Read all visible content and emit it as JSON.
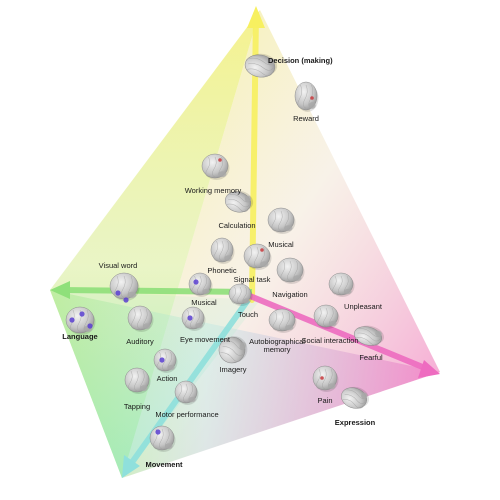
{
  "colors": {
    "apex": "#f4f07a",
    "left": "#9ce86c",
    "bottom": "#8fe8e4",
    "right": "#f27bc4",
    "axis_up": "#f7f060",
    "axis_left": "#8fe07a",
    "axis_down": "#8fe0dc",
    "axis_right": "#ee6cc0",
    "brain": "#bdbdbd",
    "activation_blue": "#5b3fd1",
    "activation_red": "#c8383c"
  },
  "concepts": [
    {
      "id": "decision",
      "label": "Decision (making)",
      "icon": "brain-icon"
    },
    {
      "id": "reward",
      "label": "Reward",
      "icon": "brain-icon"
    },
    {
      "id": "working_memory",
      "label": "Working memory",
      "icon": "brain-icon"
    },
    {
      "id": "calculation",
      "label": "Calculation",
      "icon": "brain-icon"
    },
    {
      "id": "musical_upper",
      "label": "Musical",
      "icon": "brain-icon"
    },
    {
      "id": "phonetic",
      "label": "Phonetic",
      "icon": "brain-icon"
    },
    {
      "id": "signal_task",
      "label": "Signal task",
      "icon": "brain-icon"
    },
    {
      "id": "navigation",
      "label": "Navigation",
      "icon": "brain-icon"
    },
    {
      "id": "visual_word",
      "label": "Visual word",
      "icon": "brain-icon"
    },
    {
      "id": "language",
      "label": "Language",
      "icon": "brain-icon"
    },
    {
      "id": "auditory",
      "label": "Auditory",
      "icon": "brain-icon"
    },
    {
      "id": "musical_lower",
      "label": "Musical",
      "icon": "brain-icon"
    },
    {
      "id": "touch",
      "label": "Touch",
      "icon": "brain-icon"
    },
    {
      "id": "eye_movement",
      "label": "Eye movement",
      "icon": "brain-icon"
    },
    {
      "id": "autobiographical_memory",
      "label": "Autobiographical\nmemory",
      "icon": "brain-icon"
    },
    {
      "id": "social_interaction",
      "label": "Social interaction",
      "icon": "brain-icon"
    },
    {
      "id": "unpleasant",
      "label": "Unpleasant",
      "icon": "brain-icon"
    },
    {
      "id": "fearful",
      "label": "Fearful",
      "icon": "brain-icon"
    },
    {
      "id": "imagery",
      "label": "Imagery",
      "icon": "brain-icon"
    },
    {
      "id": "action",
      "label": "Action",
      "icon": "brain-icon"
    },
    {
      "id": "tapping",
      "label": "Tapping",
      "icon": "brain-icon"
    },
    {
      "id": "motor_performance",
      "label": "Motor performance",
      "icon": "brain-icon"
    },
    {
      "id": "pain",
      "label": "Pain",
      "icon": "brain-icon"
    },
    {
      "id": "expression",
      "label": "Expression",
      "icon": "brain-icon"
    },
    {
      "id": "movement",
      "label": "Movement",
      "icon": "brain-icon"
    }
  ]
}
